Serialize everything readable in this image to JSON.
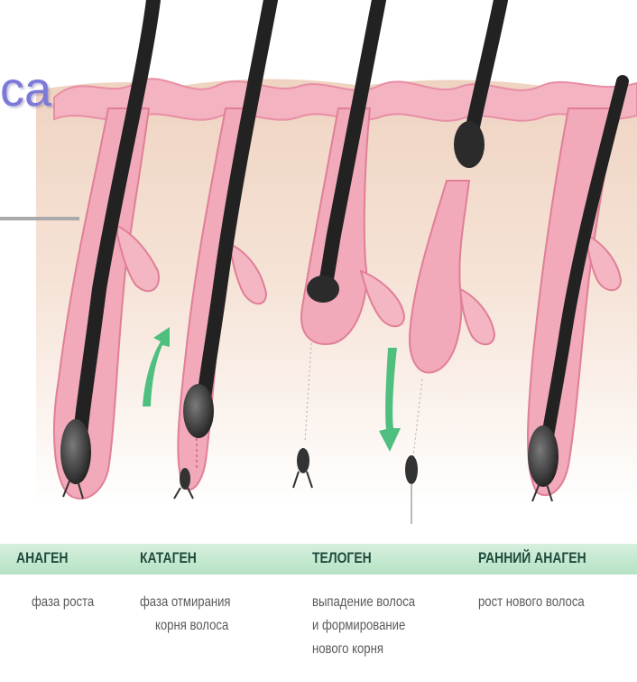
{
  "title_fragment": "са",
  "phases": [
    {
      "name": "АНАГЕН",
      "desc": [
        "фаза роста"
      ]
    },
    {
      "name": "КАТАГЕН",
      "desc": [
        "фаза отмирания",
        "корня волоса"
      ]
    },
    {
      "name": "ТЕЛОГЕН",
      "desc": [
        "выпадение волоса",
        "и формирование",
        "нового корня"
      ]
    },
    {
      "name": "РАННИЙ АНАГЕН",
      "desc": [
        "рост нового волоса"
      ]
    }
  ],
  "colors": {
    "skin": "#f0d6c6",
    "epidermis": "#f4b6c2",
    "follicle": "#f2a7b8",
    "hair": "#2b2b2b",
    "arrow": "#4fbf7f",
    "band": "#c3e7cf",
    "title": "#7c79d8"
  }
}
